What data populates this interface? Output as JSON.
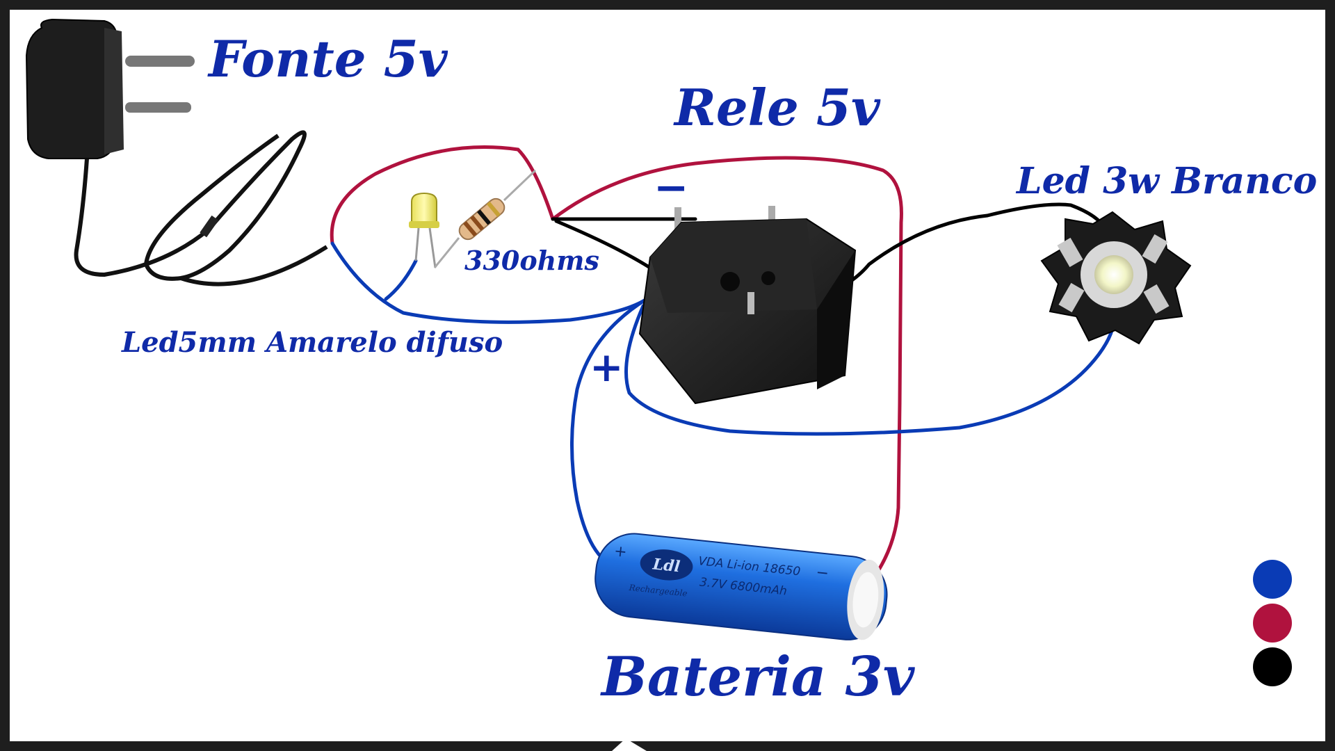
{
  "labels": {
    "fonte": "Fonte 5v",
    "rele": "Rele 5v",
    "led3w": "Led 3w Branco",
    "resistor": "330ohms",
    "led5mm": "Led5mm Amarelo difuso",
    "bateria": "Bateria 3v",
    "minus": "−",
    "plus": "+"
  },
  "battery": {
    "brand": "Ldl",
    "model": "VDA Li-ion 18650",
    "rating": "3.7V 6800mAh",
    "sub": "Rechargeable",
    "plus": "+",
    "minus": "−"
  },
  "legend": {
    "colors": [
      "#0a3bb5",
      "#b0123e",
      "#000000"
    ]
  },
  "colors": {
    "blue_wire": "#0a3bb5",
    "red_wire": "#b0123e",
    "black_wire": "#000000",
    "label": "#0f2aa8"
  }
}
